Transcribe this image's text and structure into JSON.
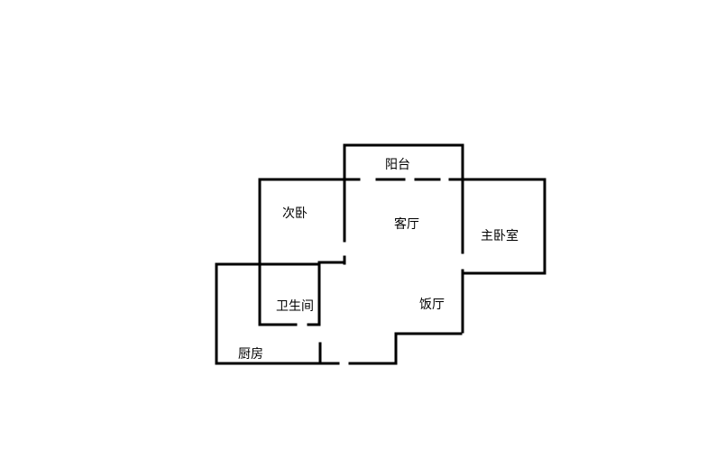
{
  "floorplan": {
    "rooms": {
      "balcony": "阳台",
      "second_bedroom": "次卧",
      "living_room": "客厅",
      "master_bedroom": "主卧室",
      "bathroom": "卫生间",
      "dining_room": "饭厅",
      "kitchen": "厨房"
    },
    "wall_color": "#000000",
    "background": "#ffffff"
  }
}
